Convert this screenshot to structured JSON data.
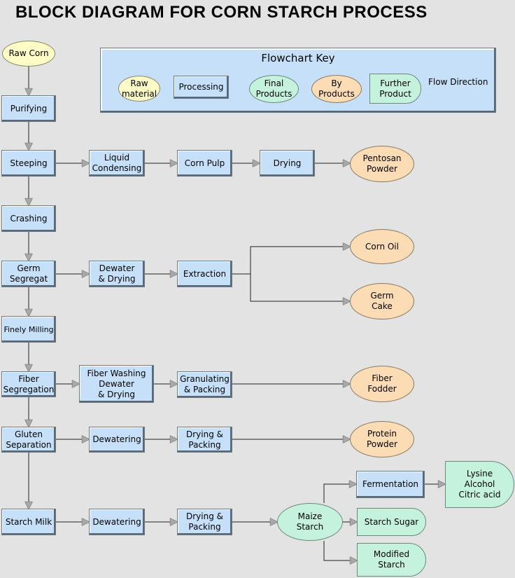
{
  "title": "BLOCK DIAGRAM FOR CORN STARCH PROCESS",
  "key": {
    "title": "Flowchart Key",
    "raw": "Raw\nmaterial",
    "processing": "Processing",
    "final": "Final\nProducts",
    "by": "By\nProducts",
    "further": "Further\nProduct",
    "flow": "Flow Direction"
  },
  "nodes": {
    "raw_corn": "Raw Corn",
    "purifying": "Purifying",
    "steeping": "Steeping",
    "liquid_condensing": "Liquid\nCondensing",
    "corn_pulp": "Corn Pulp",
    "drying": "Drying",
    "pentosan_powder": "Pentosan\nPowder",
    "crashing": "Crashing",
    "germ_segregat": "Germ\nSegregat",
    "dewater_drying": "Dewater\n& Drying",
    "extraction": "Extraction",
    "corn_oil": "Corn Oil",
    "germ_cake": "Germ\nCake",
    "finely_milling": "Finely Milling",
    "fiber_segregation": "Fiber\nSegregation",
    "fiber_washing": "Fiber Washing\nDewater\n& Drying",
    "granulating_packing": "Granulating\n& Packing",
    "fiber_fodder": "Fiber\nFodder",
    "gluten_separation": "Gluten\nSeparation",
    "dewatering_1": "Dewatering",
    "drying_packing_1": "Drying &\nPacking",
    "protein_powder": "Protein\nPowder",
    "starch_milk": "Starch Milk",
    "dewatering_2": "Dewatering",
    "drying_packing_2": "Drying &\nPacking",
    "maize_starch": "Maize\nStarch",
    "fermentation": "Fermentation",
    "lysine": "Lysine\nAlcohol\nCitric acid",
    "starch_sugar": "Starch Sugar",
    "modified_starch": "Modified\nStarch"
  }
}
